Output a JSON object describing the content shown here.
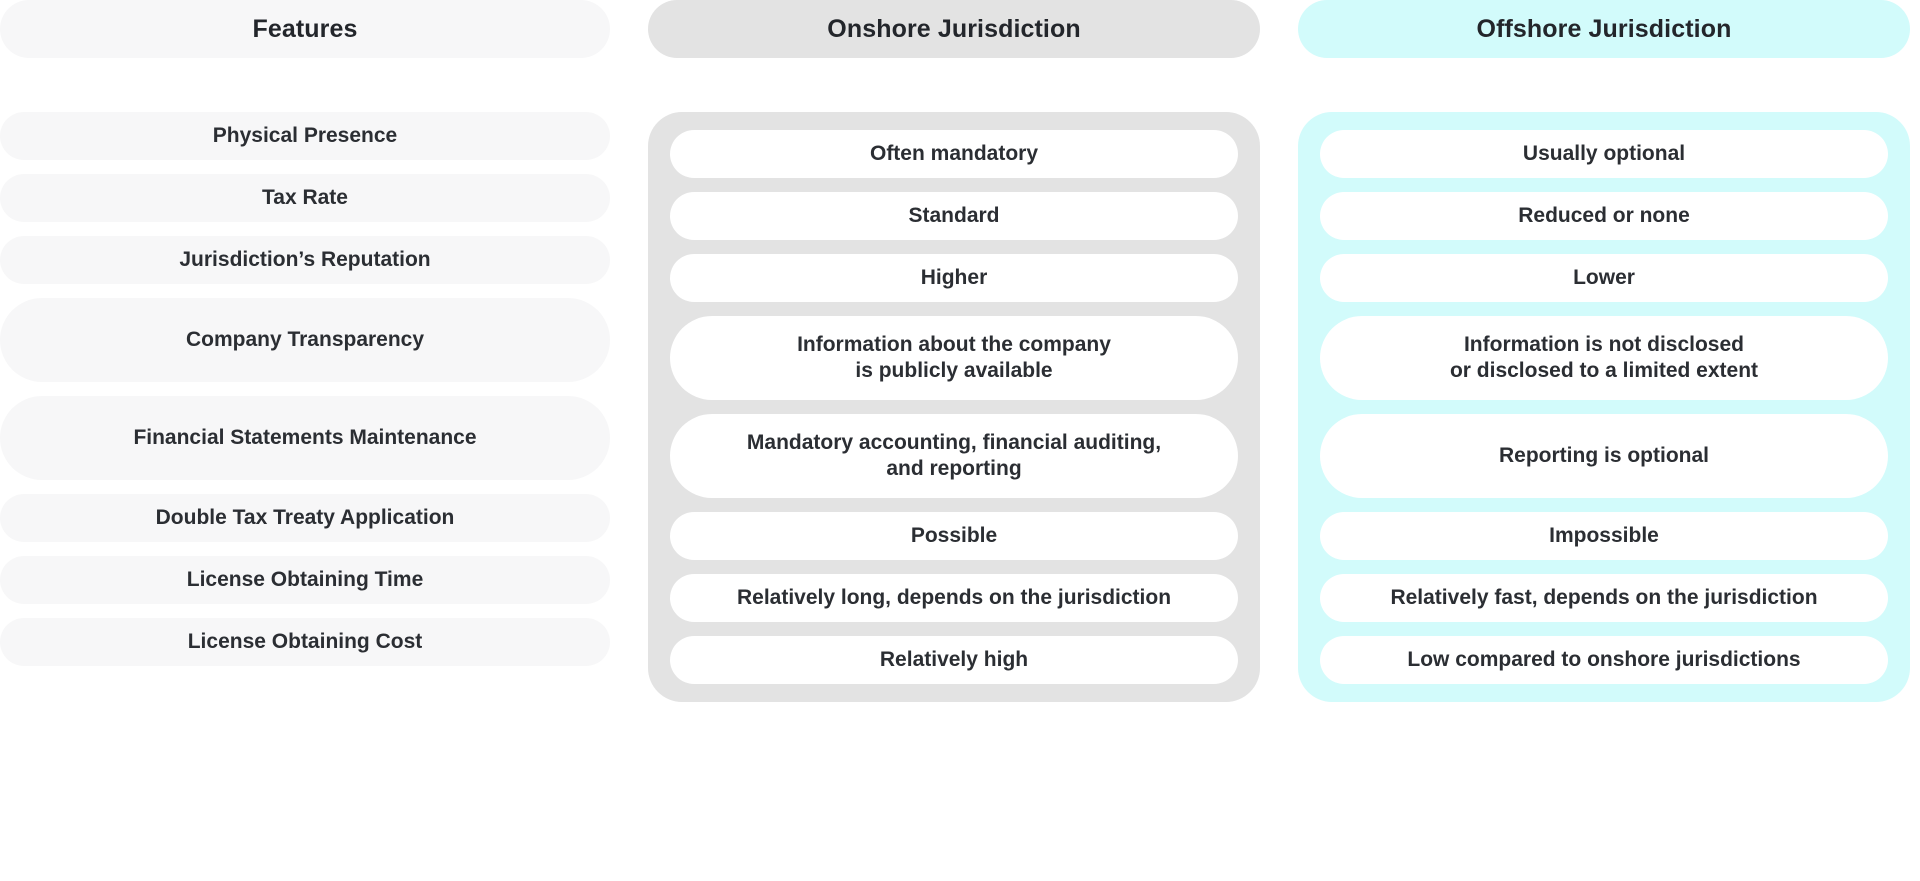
{
  "table": {
    "columns": [
      {
        "key": "features",
        "header": "Features",
        "style": "features"
      },
      {
        "key": "onshore",
        "header": "Onshore Jurisdiction",
        "style": "onshore"
      },
      {
        "key": "offshore",
        "header": "Offshore Jurisdiction",
        "style": "offshore"
      }
    ],
    "rows": [
      {
        "feature": "Physical Presence",
        "onshore": [
          "Often mandatory"
        ],
        "offshore": [
          "Usually optional"
        ],
        "tall": false
      },
      {
        "feature": "Tax Rate",
        "onshore": [
          "Standard"
        ],
        "offshore": [
          "Reduced or none"
        ],
        "tall": false
      },
      {
        "feature": "Jurisdiction’s Reputation",
        "onshore": [
          "Higher"
        ],
        "offshore": [
          "Lower"
        ],
        "tall": false
      },
      {
        "feature": "Company Transparency",
        "onshore": [
          "Information about the company",
          "is publicly available"
        ],
        "offshore": [
          "Information is not disclosed",
          "or disclosed to a limited extent"
        ],
        "tall": true
      },
      {
        "feature": "Financial Statements Maintenance",
        "onshore": [
          "Mandatory accounting, financial auditing,",
          "and reporting"
        ],
        "offshore": [
          "Reporting is optional"
        ],
        "tall": true
      },
      {
        "feature": "Double Tax Treaty Application",
        "onshore": [
          "Possible"
        ],
        "offshore": [
          "Impossible"
        ],
        "tall": false
      },
      {
        "feature": "License Obtaining Time",
        "onshore": [
          "Relatively long, depends on the jurisdiction"
        ],
        "offshore": [
          "Relatively fast, depends on the jurisdiction"
        ],
        "tall": false
      },
      {
        "feature": "License Obtaining Cost",
        "onshore": [
          "Relatively high"
        ],
        "offshore": [
          "Low compared to onshore jurisdictions"
        ],
        "tall": false
      }
    ]
  },
  "colors": {
    "page_background": "#ffffff",
    "feature_pill": "#f7f7f8",
    "onshore_panel": "#e3e3e3",
    "offshore_panel": "#d2fbfb",
    "value_pill": "#ffffff",
    "text": "#2b2e33"
  }
}
